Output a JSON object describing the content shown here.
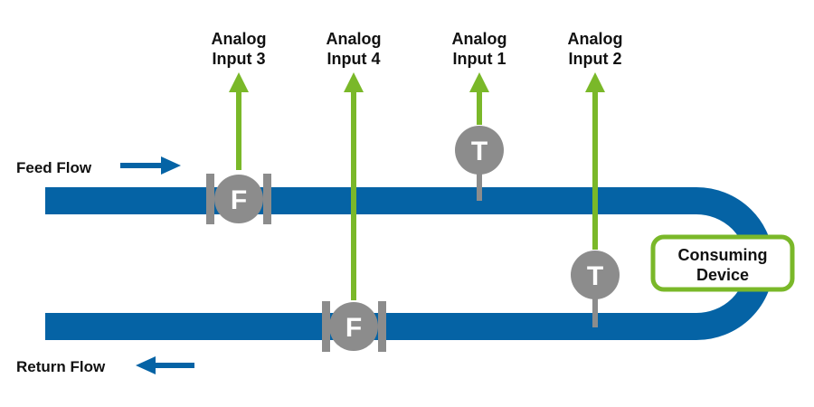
{
  "colors": {
    "pipe": "#0563a5",
    "signal": "#7ab829",
    "sensor": "#8c8c8c",
    "sensor_text": "#ffffff",
    "device_border": "#7ab829",
    "text": "#111111"
  },
  "flow_labels": {
    "feed": "Feed Flow",
    "return": "Return Flow"
  },
  "device": {
    "line1": "Consuming",
    "line2": "Device"
  },
  "inputs": [
    {
      "line1": "Analog",
      "line2": "Input 3",
      "sensor_type": "F",
      "sensor_name": "flow-meter",
      "pipe": "feed"
    },
    {
      "line1": "Analog",
      "line2": "Input 4",
      "sensor_type": "F",
      "sensor_name": "flow-meter",
      "pipe": "return"
    },
    {
      "line1": "Analog",
      "line2": "Input 1",
      "sensor_type": "T",
      "sensor_name": "temperature-sensor",
      "pipe": "feed"
    },
    {
      "line1": "Analog",
      "line2": "Input 2",
      "sensor_type": "T",
      "sensor_name": "temperature-sensor",
      "pipe": "return"
    }
  ]
}
